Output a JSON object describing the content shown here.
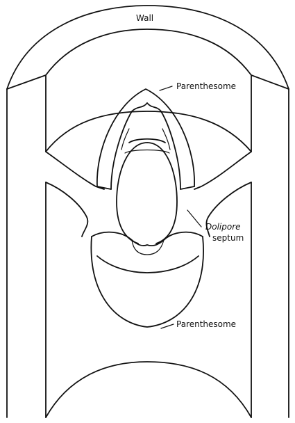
{
  "labels": {
    "wall": "Wall",
    "parenthesome_top": "Parenthesome",
    "dolipore": "Dolipore",
    "septum": "septum",
    "parenthesome_bottom": "Parenthesome"
  },
  "colors": {
    "ink": "#111111",
    "background": "#ffffff"
  }
}
